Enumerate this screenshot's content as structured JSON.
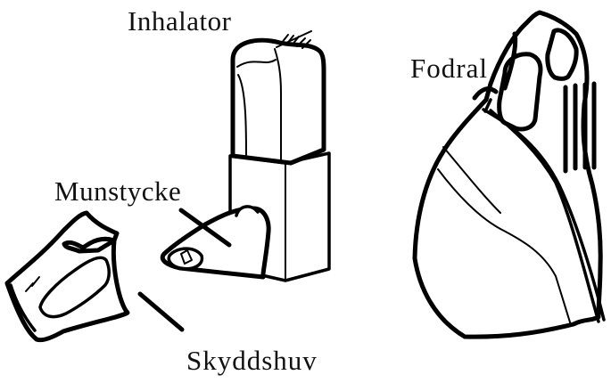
{
  "labels": {
    "inhalator": "Inhalator",
    "fodral": "Fodral",
    "munstycke": "Munstycke",
    "skyddshuv": "Skyddshuv"
  },
  "colors": {
    "line": "#000000",
    "background": "#ffffff"
  }
}
